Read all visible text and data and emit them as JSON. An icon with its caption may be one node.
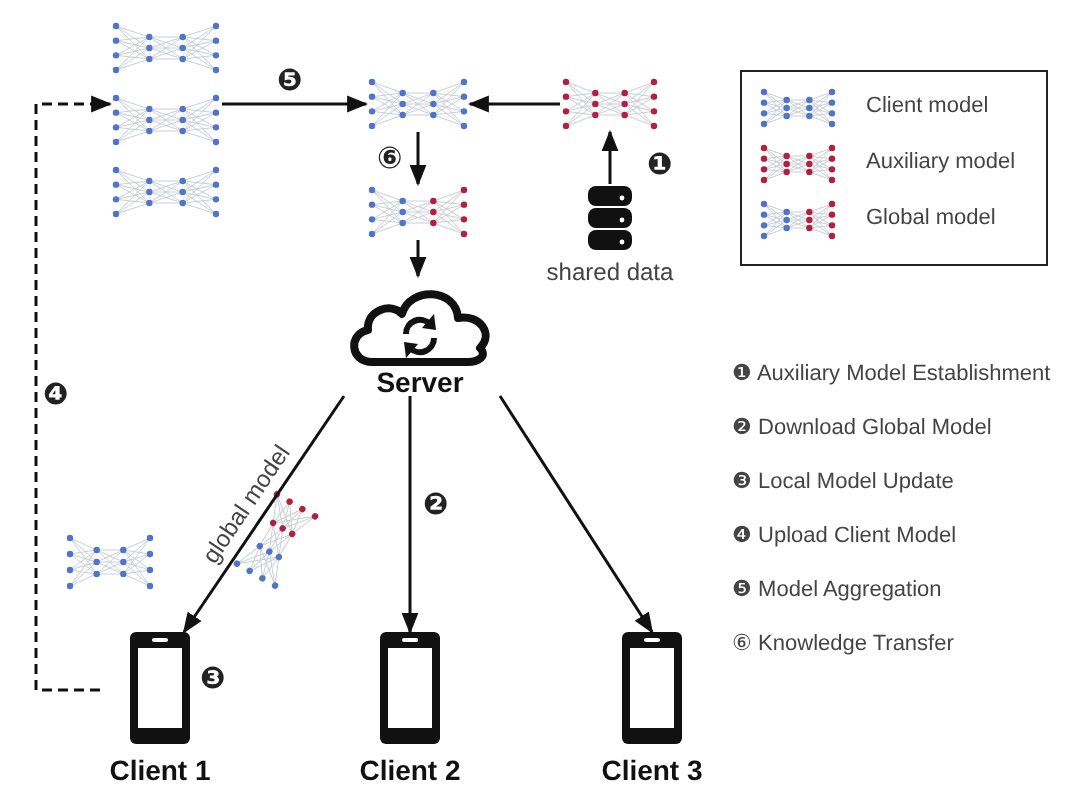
{
  "diagram": {
    "nodes": [
      {
        "text": [],
        "shape": "picture"
      },
      {
        "text": [],
        "shape": "picture"
      },
      {
        "text": [],
        "shape": "picture"
      },
      {
        "text": [
          "shared data"
        ]
      },
      {
        "text": [],
        "shape": "picture"
      },
      {
        "text": [
          "Server"
        ]
      },
      {
        "text": [
          "Client 1"
        ],
        "beside": [
          "❸"
        ]
      },
      {
        "text": [
          "Client 2"
        ]
      },
      {
        "text": [
          "Client 3"
        ]
      }
    ],
    "edges": [
      {
        "from": 0,
        "to": 1,
        "arrow": "to",
        "label": "❺"
      },
      {
        "from": 2,
        "to": 1,
        "arrow": "to"
      },
      {
        "from": 3,
        "to": 2,
        "arrow": "to",
        "label": "❶"
      },
      {
        "from": 1,
        "to": 4,
        "arrow": "to",
        "label": "⑥"
      },
      {
        "from": 4,
        "to": 5,
        "arrow": "to"
      },
      {
        "from": 5,
        "to": 6,
        "arrow": "to",
        "label": "global model"
      },
      {
        "from": 5,
        "to": 7,
        "arrow": "to",
        "label": "❷"
      },
      {
        "from": 5,
        "to": 8,
        "arrow": "to"
      },
      {
        "from": 6,
        "to": 0,
        "arrow": "to",
        "label": "❹",
        "style": "dashed"
      }
    ],
    "labels": [
      "❶ Auxiliary Model Establishment",
      "❷ Download Global Model",
      "❸ Local Model Update",
      "❹ Upload Client Model",
      "❺ Model Aggregation",
      "⑥ Knowledge Transfer"
    ],
    "legend": [
      {
        "text": "Client model"
      },
      {
        "text": "Auxiliary model"
      },
      {
        "text": "Global model"
      }
    ]
  }
}
